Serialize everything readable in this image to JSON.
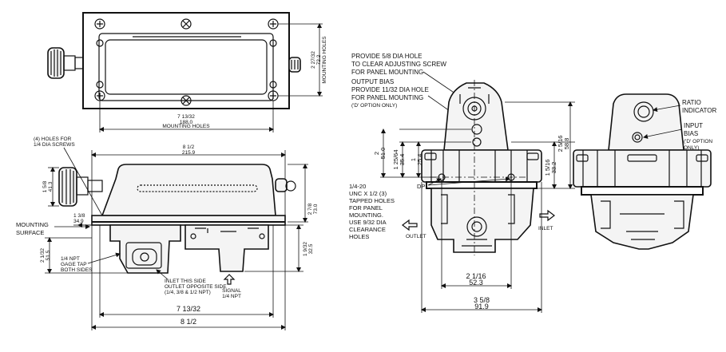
{
  "top_view": {
    "dim_width_frac": "7 13/32",
    "dim_width_mm": "188.0",
    "dim_width_note": "MOUNTING HOLES",
    "dim_height_frac": "2 27/32",
    "dim_height_mm": "72.2",
    "dim_height_note": "MOUNTING HOLES"
  },
  "front_view": {
    "holes_note_1": "(4) HOLES FOR",
    "holes_note_2": "1/4 DIA SCREWS",
    "overall_frac": "8 1/2",
    "overall_mm": "215.9",
    "left_frac": "1 5/8",
    "left_mm": "41.3",
    "right_frac": "2 7/8",
    "right_mm": "73.0",
    "small_frac": "1 3/8",
    "small_mm": "34.9",
    "mounting_surface_1": "MOUNTING",
    "mounting_surface_2": "SURFACE",
    "lower_left_frac": "2 1/32",
    "lower_left_mm": "51.5",
    "lower_right_frac": "1 9/32",
    "lower_right_mm": "32.5",
    "npt_1": "1/4 NPT",
    "npt_2": "GAGE TAP",
    "npt_3": "BOTH SIDES",
    "inlet_1": "INLET THIS SIDE",
    "inlet_2": "OUTLET OPPOSITE SIDE",
    "inlet_3": "(1/4, 3/8 & 1/2 NPT)",
    "signal_1": "SIGNAL",
    "signal_2": "1/4 NPT",
    "bottom_dim_1": "7 13/32",
    "bottom_dim_2": "8 1/2"
  },
  "side_view": {
    "note_hole_1": "PROVIDE 5/8 DIA HOLE",
    "note_hole_2": "TO CLEAR ADJUSTING SCREW",
    "note_hole_3": "FOR PANEL MOUNTING",
    "note_bias_1": "OUTPUT BIAS",
    "note_bias_2": "PROVIDE 11/32 DIA HOLE",
    "note_bias_3": "FOR PANEL MOUNTING",
    "note_bias_4": "('D' OPTION ONLY)",
    "dim_2_frac": "2",
    "dim_2_mm": "51.0",
    "dim_125_frac": "1 25/64",
    "dim_125_mm": "35.4",
    "dim_1_frac": "1",
    "dim_1_mm": "25.4",
    "dim_15_frac": "1 5/16",
    "dim_15_mm": "33.2",
    "dim_25_frac": "2 5/16",
    "dim_25_mm": "58.8",
    "dp": "DP",
    "tap_1": "1/4-20",
    "tap_2": "UNC X 1/2 (3)",
    "tap_3": "TAPPED HOLES",
    "tap_4": "FOR PANEL",
    "tap_5": "MOUNTING.",
    "tap_6": "USE 9/32 DIA",
    "tap_7": "CLEARANCE",
    "tap_8": "HOLES",
    "outlet": "OUTLET",
    "inlet": "INLET",
    "bot1_frac": "2 1/16",
    "bot1_mm": "52.3",
    "bot2_frac": "3 5/8",
    "bot2_mm": "91.9"
  },
  "right_view": {
    "ratio_1": "RATIO",
    "ratio_2": "INDICATOR",
    "input_1": "INPUT",
    "input_2": "BIAS",
    "input_3": "('D' OPTION",
    "input_4": "ONLY)"
  }
}
